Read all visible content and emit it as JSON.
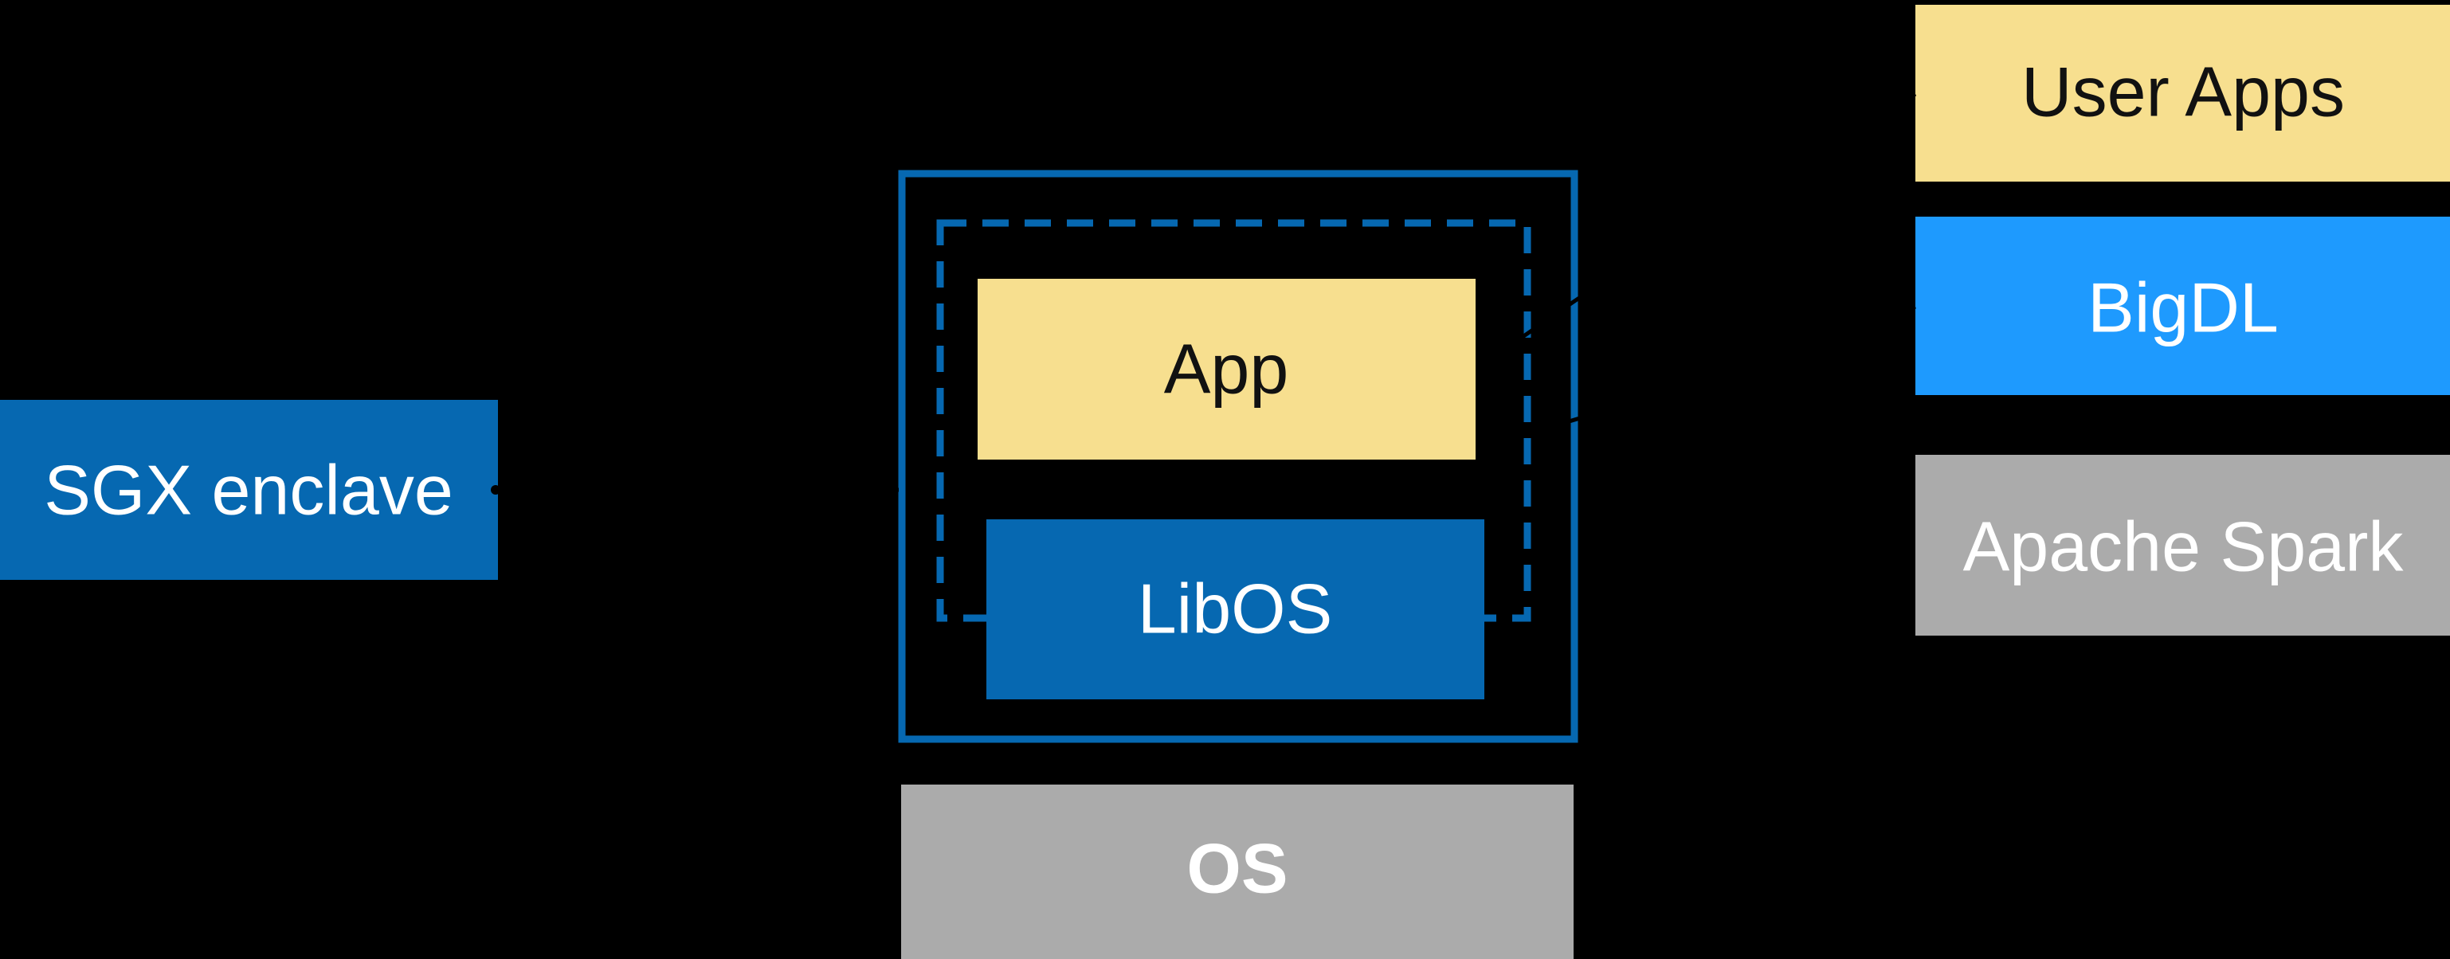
{
  "canvas": {
    "background": "#000000"
  },
  "colors": {
    "intel_blue": "#0668B1",
    "azure_blue": "#1E9AFE",
    "light_yellow": "#F7DF8F",
    "gray": "#ABABAB",
    "arrow_black": "#000000",
    "text_dark": "#111111",
    "text_light": "#FFFFFF"
  },
  "labels": {
    "sgx_enclave": "SGX enclave",
    "app": "App",
    "libos": "LibOS",
    "os": "OS",
    "user_apps": "User Apps",
    "bigdl": "BigDL",
    "apache_spark": "Apache Spark"
  },
  "connectors": [
    {
      "type": "dot-leader-line",
      "from": "SGX enclave label",
      "to": "enclave boundary box"
    },
    {
      "type": "curved-arrow",
      "from": "User Apps",
      "to": "App"
    },
    {
      "type": "curved-arrow",
      "from": "BigDL",
      "to": "enclave interior"
    }
  ]
}
